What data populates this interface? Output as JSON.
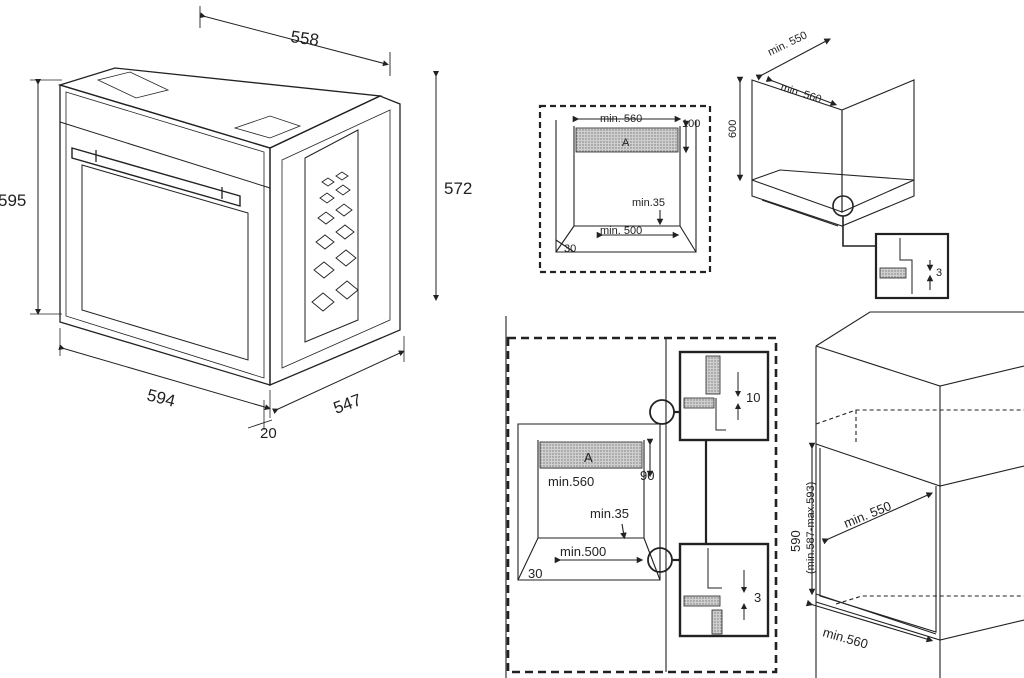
{
  "oven": {
    "width_top": "558",
    "height_left": "595",
    "height_right": "572",
    "width_bottom": "594",
    "depth_bottom": "547",
    "door_offset": "20"
  },
  "cabinet_top": {
    "min_width": "min. 560",
    "gap_top": "100",
    "label_a": "A",
    "min_vent": "min.35",
    "min_depth": "min. 500",
    "front_offset": "30"
  },
  "tall_cabinet": {
    "min_width_top": "min. 550",
    "min_width_depth": "min. 560",
    "height": "600",
    "detail_gap": "3"
  },
  "cabinet_under": {
    "label_a": "A",
    "gap_top": "90",
    "min_width": "min.560",
    "min_vent": "min.35",
    "min_depth": "min.500",
    "front_offset": "30",
    "detail_top_gap": "10",
    "detail_bottom_gap": "3"
  },
  "column_cabinet": {
    "height": "590",
    "height_range": "(min.587-max.593)",
    "min_inner_width": "min. 550",
    "min_depth": "min.560"
  }
}
